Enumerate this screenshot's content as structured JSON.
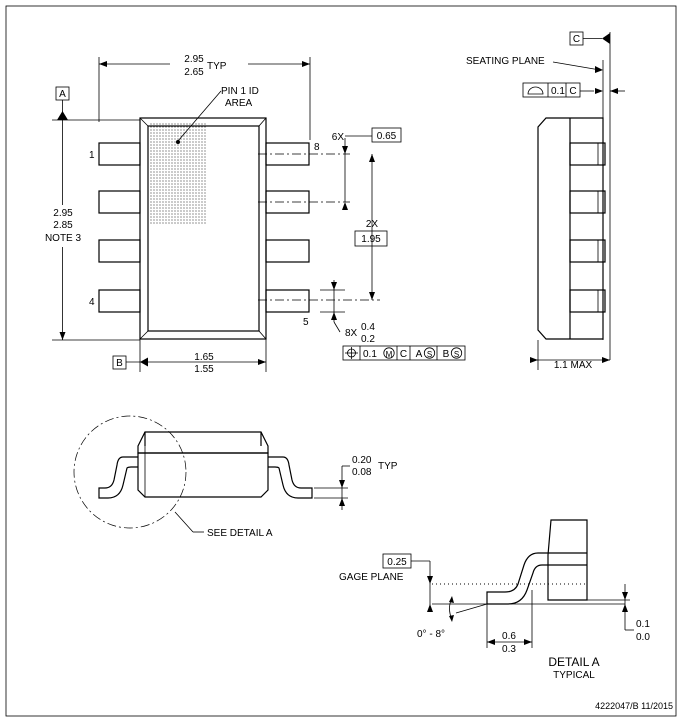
{
  "top_view": {
    "width_dim": [
      "2.95",
      "2.65"
    ],
    "width_suffix": "TYP",
    "datum_a": "A",
    "datum_b": "B",
    "pin1_id": [
      "PIN 1 ID",
      "AREA"
    ],
    "pin_1": "1",
    "pin_4": "4",
    "pin_5": "5",
    "pin_8": "8",
    "length_dim": [
      "2.95",
      "2.85",
      "NOTE 3"
    ],
    "pitch_count": "6X",
    "pitch_value": "0.65",
    "span_count": "2X",
    "span_value": "1.95",
    "lead_width_count": "8X",
    "lead_width_dim": [
      "0.4",
      "0.2"
    ],
    "body_width_dim": [
      "1.65",
      "1.55"
    ],
    "position_tolerance": [
      "0.1",
      "M",
      "C",
      "A",
      "S",
      "B",
      "S"
    ]
  },
  "side_view": {
    "datum_c": "C",
    "seating_plane": "SEATING PLANE",
    "flatness": [
      "0.1",
      "C"
    ],
    "height_dim": "1.1 MAX"
  },
  "front_view": {
    "lead_thickness_dim": [
      "0.20",
      "0.08"
    ],
    "lead_thickness_suffix": "TYP",
    "see_detail": "SEE DETAIL A"
  },
  "detail_a": {
    "gage_value": "0.25",
    "gage_plane": "GAGE PLANE",
    "angle": "0° - 8°",
    "foot_length_dim": [
      "0.6",
      "0.3"
    ],
    "standoff_dim": [
      "0.1",
      "0.0"
    ],
    "title": "DETAIL A",
    "subtitle": "TYPICAL"
  },
  "footer": {
    "drawing_ref": "4222047/B 11/2015"
  },
  "icons": [
    "position-tolerance-icon",
    "flatness-icon",
    "modifier-m-icon",
    "modifier-s-icon",
    "datum-triangle-icon"
  ]
}
